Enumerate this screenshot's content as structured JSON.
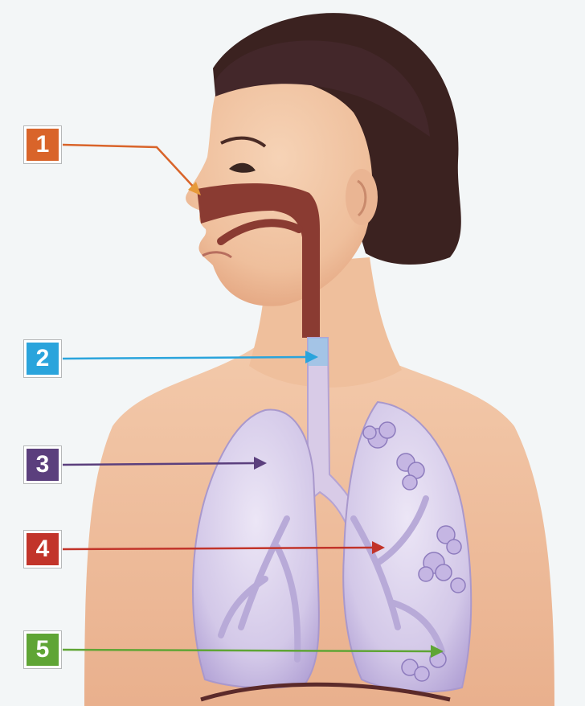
{
  "labels": [
    {
      "id": "1",
      "text": "1",
      "color": "#d9642a"
    },
    {
      "id": "2",
      "text": "2",
      "color": "#2aa4dc"
    },
    {
      "id": "3",
      "text": "3",
      "color": "#5b3f7d"
    },
    {
      "id": "4",
      "text": "4",
      "color": "#c2342a"
    },
    {
      "id": "5",
      "text": "5",
      "color": "#5fa535"
    }
  ],
  "colors": {
    "background": "#f3f6f7",
    "skin": "#f1c3a3",
    "hair": "#3b2220",
    "airway": "#8a3b32",
    "lung": "#cfc3e6"
  }
}
